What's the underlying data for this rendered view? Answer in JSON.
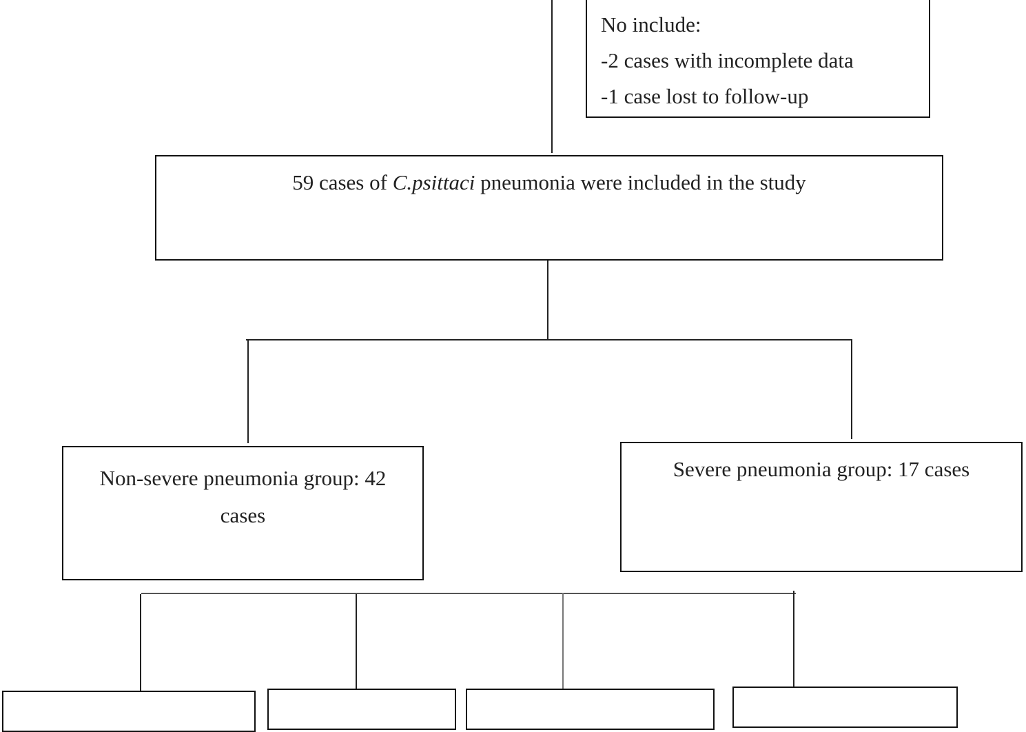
{
  "exclusion": {
    "title": "No include:",
    "items": [
      "-2 cases with incomplete data",
      "-1 case lost to follow-up"
    ]
  },
  "included": {
    "prefix": "59 cases of ",
    "organism": "C.psittaci",
    "suffix": " pneumonia were included in the study"
  },
  "groups": {
    "non_severe": "Non-severe pneumonia group: 42 cases",
    "severe": "Severe pneumonia group: 17 cases"
  }
}
